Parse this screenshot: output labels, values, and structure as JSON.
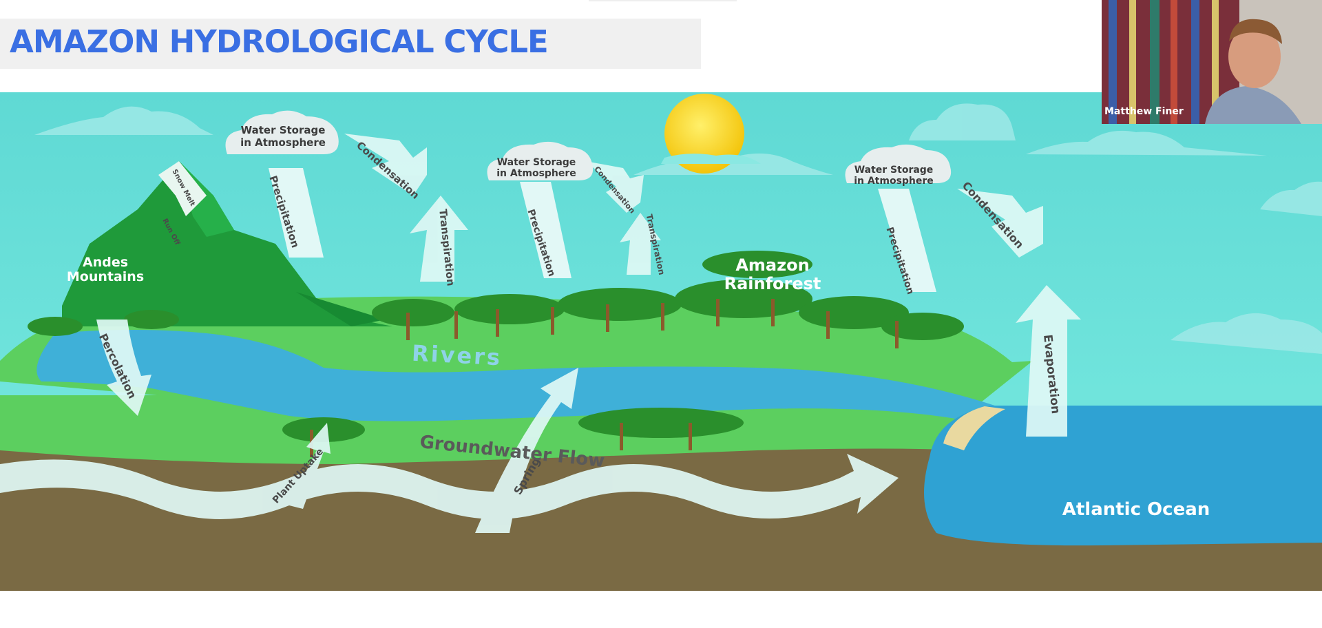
{
  "slide": {
    "title": "AMAZON HYDROLOGICAL CYCLE"
  },
  "diagram": {
    "clouds": [
      {
        "line1": "Water Storage",
        "line2": "in Atmosphere"
      },
      {
        "line1": "Water Storage",
        "line2": "in Atmosphere"
      },
      {
        "line1": "Water Storage",
        "line2": "in Atmosphere"
      }
    ],
    "process_labels": {
      "precipitation": "Precipitation",
      "condensation": "Condensation",
      "transpiration": "Transpiration",
      "evaporation": "Evaporation",
      "snow_melt": "Snow Melt",
      "run_off": "Run Off",
      "percolation": "Percolation",
      "plant_uptake": "Plant Uptake",
      "spring": "Spring",
      "groundwater_flow": "Groundwater Flow"
    },
    "places": {
      "andes_line1": "Andes",
      "andes_line2": "Mountains",
      "rainforest_line1": "Amazon",
      "rainforest_line2": "Rainforest",
      "rivers": "Rivers",
      "ocean": "Atlantic Ocean"
    },
    "colors": {
      "sky": "#72e6dd",
      "land": "#5ccf5f",
      "mountain": "#1f9a3a",
      "river": "#3fb0d8",
      "soil": "#7a6a44",
      "ocean": "#2fa2d3",
      "sun": "#f5d60f",
      "title": "#3a6fe3"
    }
  },
  "video": {
    "participant_name": "Matthew Finer"
  }
}
